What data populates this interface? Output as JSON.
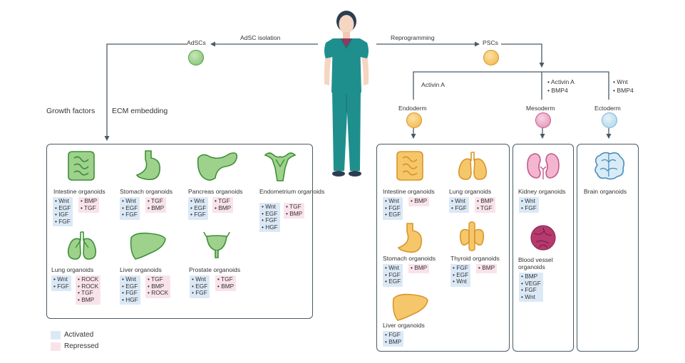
{
  "top": {
    "adsc_isolation": "AdSC isolation",
    "reprogramming": "Reprogramming",
    "adscs": "AdSCs",
    "pscs": "PSCs",
    "growth_factors": "Growth factors",
    "ecm_embedding": "ECM embedding"
  },
  "branches": {
    "endoderm_factor": "Activin A",
    "mesoderm_factors": [
      "• Activin A",
      "• BMP4"
    ],
    "ectoderm_factors": [
      "• Wnt",
      "• BMP4"
    ],
    "endoderm": "Endoderm",
    "mesoderm": "Mesoderm",
    "ectoderm": "Ectoderm"
  },
  "adult": [
    {
      "name": "Intestine organoids",
      "icon": "intestine-icon",
      "activated": [
        "• Wnt",
        "• EGF",
        "• IGF",
        "• FGF"
      ],
      "repressed": [
        "• BMP",
        "• TGF"
      ]
    },
    {
      "name": "Stomach organoids",
      "icon": "stomach-icon",
      "activated": [
        "• Wnt",
        "• EGF",
        "• FGF"
      ],
      "repressed": [
        "• TGF",
        "• BMP"
      ]
    },
    {
      "name": "Pancreas organoids",
      "icon": "pancreas-icon",
      "activated": [
        "• Wnt",
        "• EGF",
        "• FGF"
      ],
      "repressed": [
        "• TGF",
        "• BMP"
      ]
    },
    {
      "name": "Endometrium organoids",
      "icon": "uterus-icon",
      "activated": [
        "• Wnt",
        "• EGF",
        "• FGF",
        "• HGF"
      ],
      "repressed": [
        "• TGF",
        "• BMP"
      ]
    },
    {
      "name": "Lung organoids",
      "icon": "lung-icon",
      "activated": [
        "• Wnt",
        "• FGF"
      ],
      "repressed": [
        "• ROCK",
        "• ROCK",
        "• TGF",
        "• BMP"
      ]
    },
    {
      "name": "Liver organoids",
      "icon": "liver-icon",
      "activated": [
        "• Wnt",
        "• EGF",
        "• FGF",
        "• HGF"
      ],
      "repressed": [
        "• TGF",
        "• BMP",
        "• ROCK"
      ]
    },
    {
      "name": "Prostate organoids",
      "icon": "prostate-icon",
      "activated": [
        "• Wnt",
        "• EGF",
        "• FGF"
      ],
      "repressed": [
        "• TGF",
        "• BMP"
      ]
    }
  ],
  "endoderm_organoids": [
    {
      "name": "Intestine organoids",
      "icon": "intestine-icon",
      "activated": [
        "• Wnt",
        "• FGF",
        "• EGF"
      ],
      "repressed": [
        "• BMP"
      ]
    },
    {
      "name": "Lung organoids",
      "icon": "lung-icon",
      "activated": [
        "• Wnt",
        "• FGF"
      ],
      "repressed": [
        "• BMP",
        "• TGF"
      ]
    },
    {
      "name": "Stomach organoids",
      "icon": "stomach-icon",
      "activated": [
        "• Wnt",
        "• FGF",
        "• EGF"
      ],
      "repressed": [
        "• BMP"
      ]
    },
    {
      "name": "Thyroid organoids",
      "icon": "thyroid-icon",
      "activated": [
        "• FGF",
        "• EGF",
        "• Wnt"
      ],
      "repressed": [
        "• BMP"
      ]
    },
    {
      "name": "Liver organoids",
      "icon": "liver-icon",
      "activated": [
        "• FGF",
        "• BMP"
      ],
      "repressed": []
    }
  ],
  "mesoderm_organoids": [
    {
      "name": "Kidney organoids",
      "icon": "kidney-icon",
      "activated": [
        "• Wnt",
        "• FGF"
      ],
      "repressed": []
    },
    {
      "name": "Blood vessel organoids",
      "name_lines": [
        "Blood vessel",
        "organoids"
      ],
      "icon": "blood-vessel-icon",
      "activated": [
        "• BMP",
        "• VEGF",
        "• FGF",
        "• Wnt"
      ],
      "repressed": []
    }
  ],
  "ectoderm_organoids": [
    {
      "name": "Brain organoids",
      "icon": "brain-icon",
      "activated": [],
      "repressed": []
    }
  ],
  "legend": {
    "activated": "Activated",
    "repressed": "Repressed"
  },
  "colors": {
    "adult_green": "#4fae4a",
    "endoderm_orange": "#f1b23d",
    "mesoderm_pink": "#cc4f86",
    "ectoderm_blue": "#7fb3d5",
    "activated_bg": "#dbe9f6",
    "repressed_bg": "#f9e3ea",
    "line": "#4a5a66",
    "scrub": "#1f8f8e"
  }
}
